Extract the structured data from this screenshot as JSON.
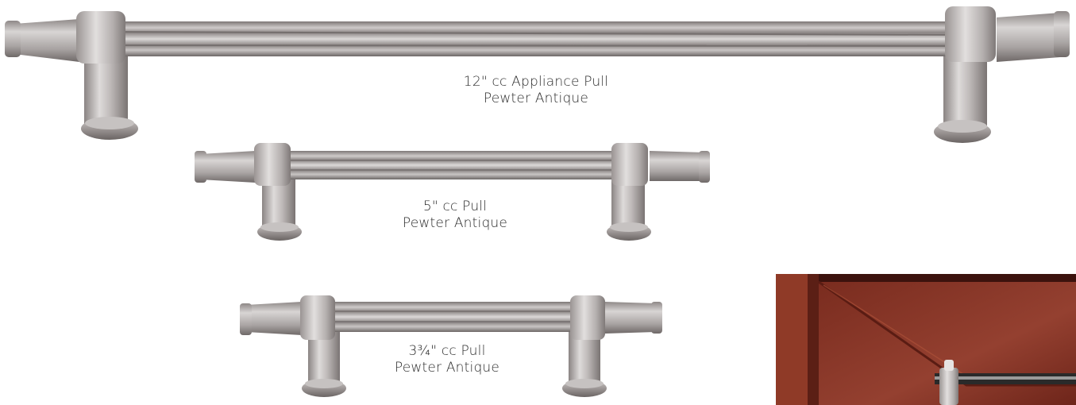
{
  "products": [
    {
      "id": "appliance-pull-12",
      "name": "12\" cc Appliance Pull",
      "finish": "Pewter Antique"
    },
    {
      "id": "pull-5",
      "name": "5\" cc Pull",
      "finish": "Pewter Antique"
    },
    {
      "id": "pull-3-3-4",
      "name": "3¾\" cc Pull",
      "finish": "Pewter Antique"
    }
  ],
  "colors": {
    "background": "#ffffff",
    "pewter_light": "#d6d3d2",
    "pewter_mid": "#a9a4a3",
    "pewter_dark": "#6b6564",
    "wood_dark": "#4a1711",
    "wood_mid": "#7a2a1e",
    "wood_light": "#a8452e",
    "caption_text": "#2b2b2b"
  },
  "inset": {
    "subject": "cabinet-door-with-pull-photo"
  }
}
